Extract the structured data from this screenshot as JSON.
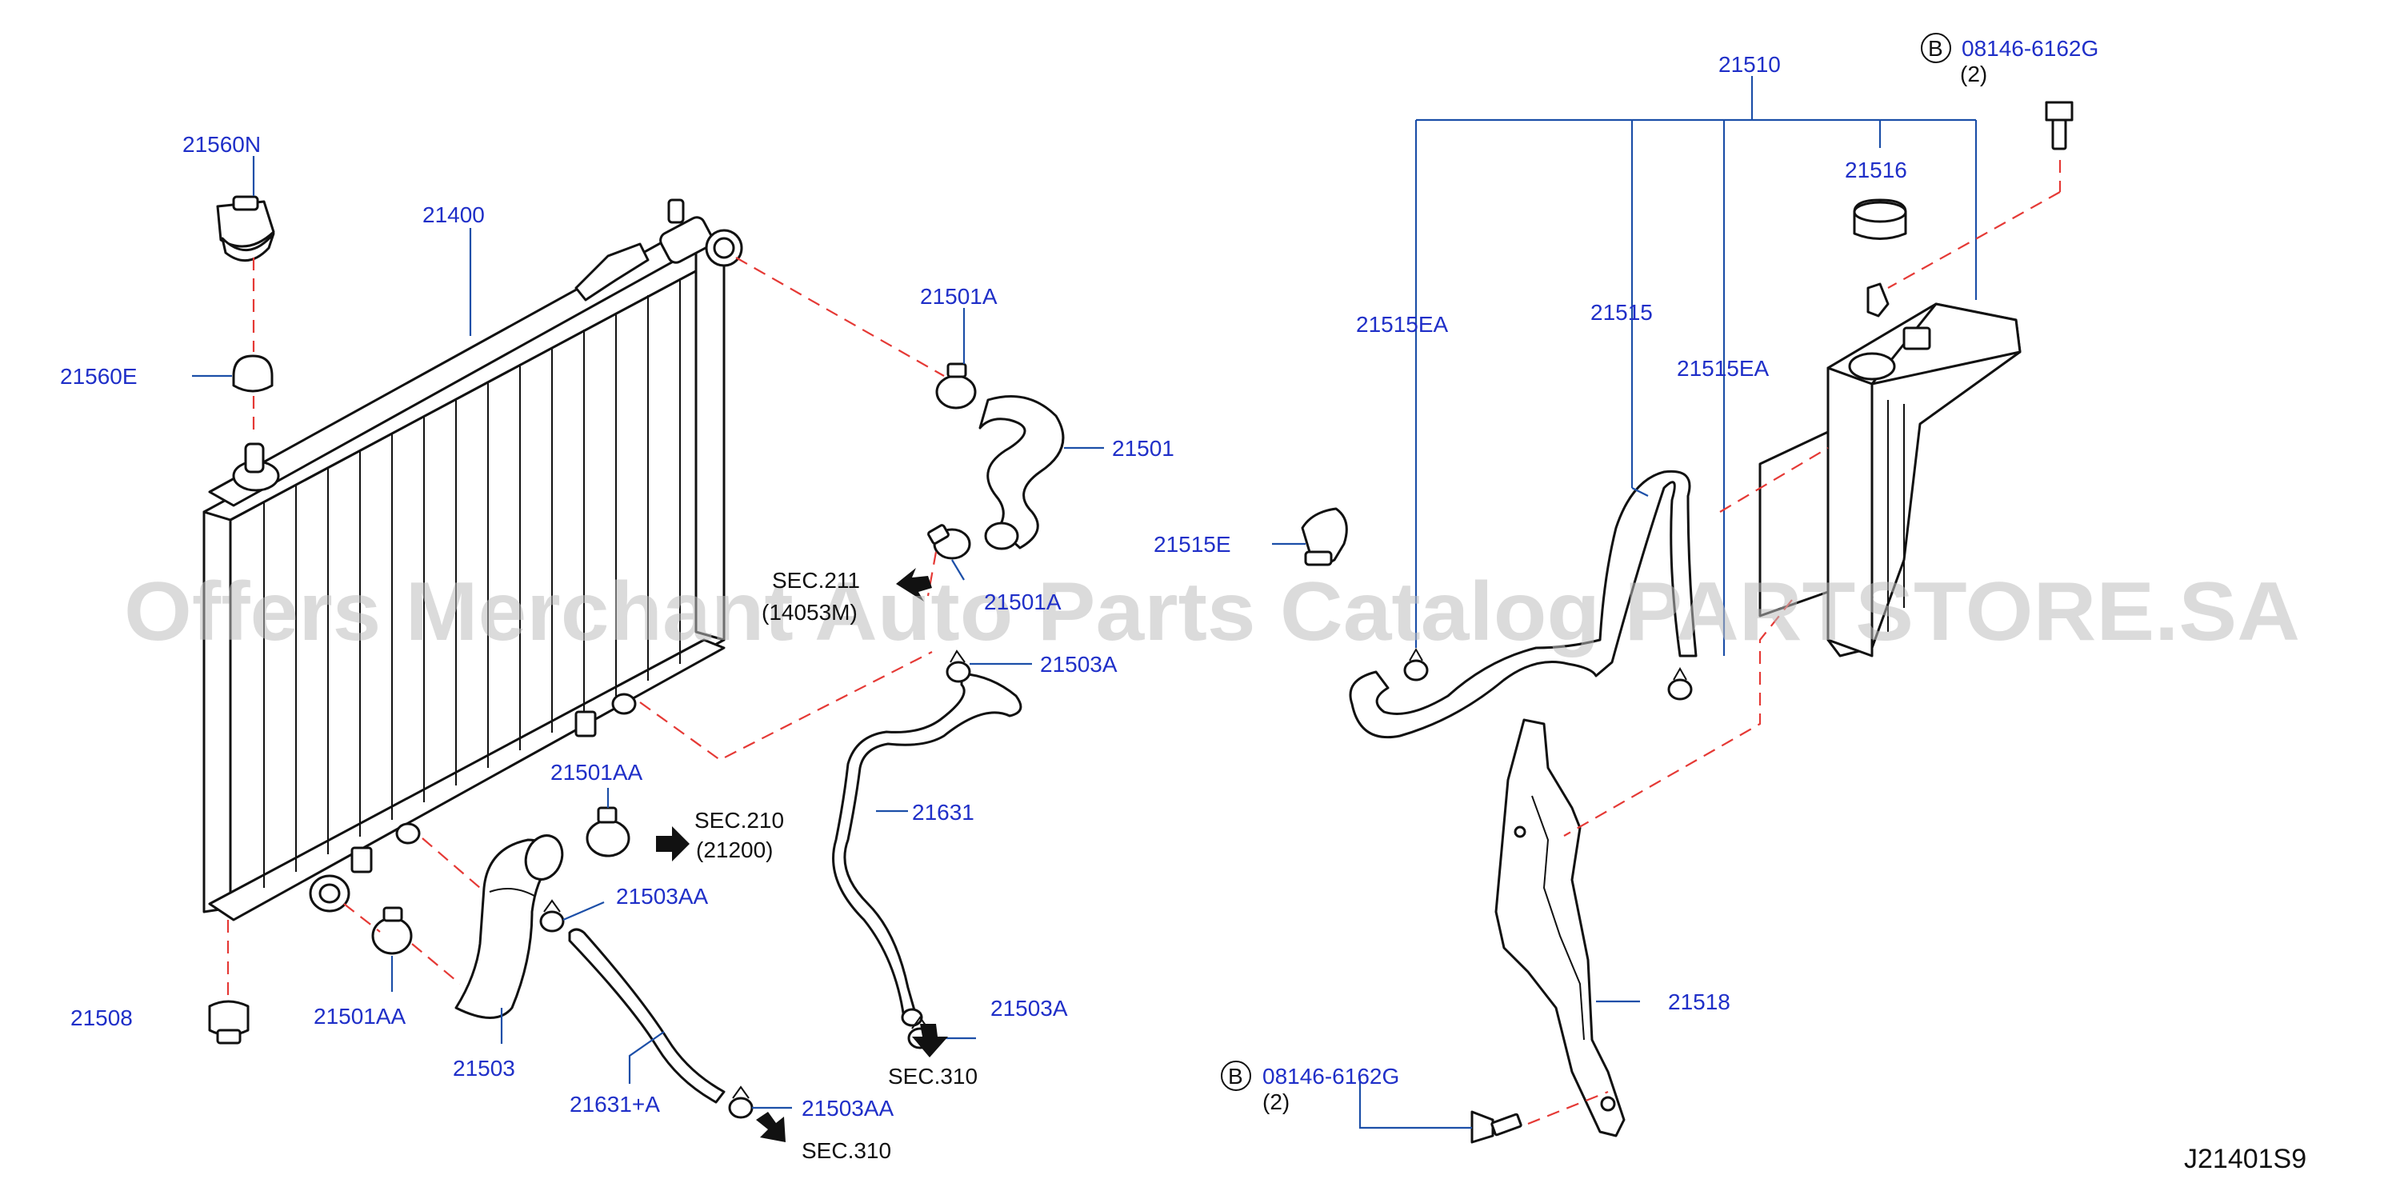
{
  "diagram_code": "J21401S9",
  "watermark": "Offers Merchant Auto Parts Catalog PARTSTORE.SA",
  "bolt_badge": "B",
  "labels": {
    "p21560N": "21560N",
    "p21400": "21400",
    "p21560E": "21560E",
    "p21501A_top": "21501A",
    "p21501": "21501",
    "p21501A_mid": "21501A",
    "p21503A_top": "21503A",
    "p21501AA_top": "21501AA",
    "p21631": "21631",
    "p21503AA_mid": "21503AA",
    "p21501AA_bot": "21501AA",
    "p21508": "21508",
    "p21503": "21503",
    "p21631A": "21631+A",
    "p21503AA_bot": "21503AA",
    "p21503A_bot": "21503A",
    "p21510": "21510",
    "p21516": "21516",
    "p21515EA_left": "21515EA",
    "p21515": "21515",
    "p21515EA_right": "21515EA",
    "p21515E": "21515E",
    "p21518": "21518",
    "bolt_top": "08146-6162G",
    "bolt_top_qty": "(2)",
    "bolt_bot": "08146-6162G",
    "bolt_bot_qty": "(2)"
  },
  "section_refs": {
    "sec211": "SEC.211",
    "sec211_sub": "(14053M)",
    "sec210": "SEC.210",
    "sec210_sub": "(21200)",
    "sec310_a": "SEC.310",
    "sec310_b": "SEC.310"
  },
  "colors": {
    "part_number": "#1f2fc8",
    "leader_line": "#1c4fa8",
    "connection_dash": "#e53935",
    "line_art": "#111111"
  }
}
